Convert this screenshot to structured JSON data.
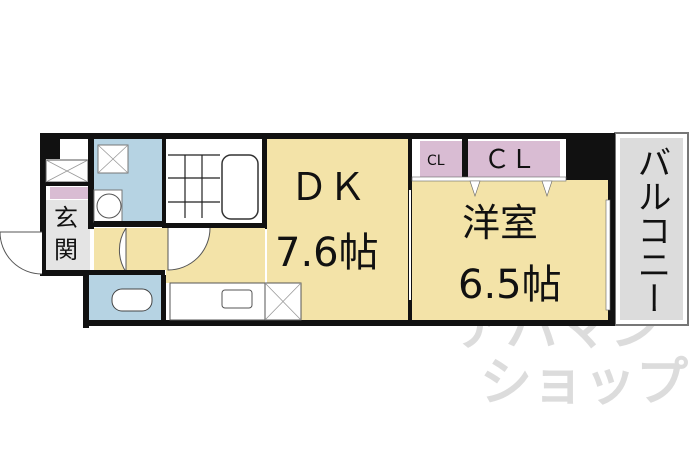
{
  "floor_plan": {
    "rooms": {
      "dk": {
        "name": "ＤＫ",
        "size": "7.6帖"
      },
      "western": {
        "name": "洋室",
        "size": "6.5帖"
      },
      "entrance": {
        "name_line1": "玄",
        "name_line2": "関"
      },
      "balcony": {
        "name": "バルコニー"
      },
      "closet_small": {
        "name": "CL"
      },
      "closet_large": {
        "name": "ＣＬ"
      }
    },
    "colors": {
      "room": "#f3e3a8",
      "wet_area": "#b6d3e3",
      "closet": "#d9bcd3",
      "balcony": "#dcdcdc",
      "wall": "#111111"
    }
  },
  "watermark": {
    "line1": "アパマン",
    "line2": "ショップ"
  }
}
